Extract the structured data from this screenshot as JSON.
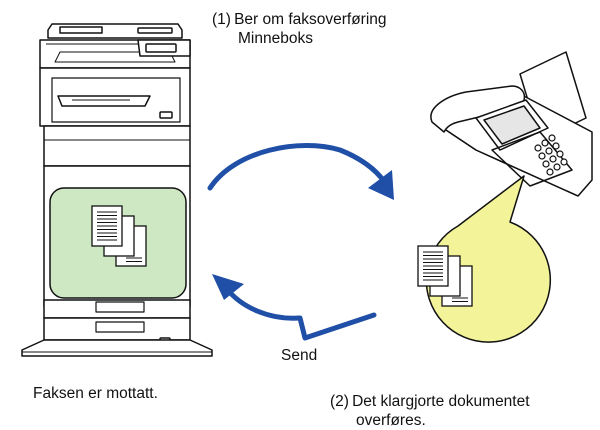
{
  "step1": {
    "number": "(1)",
    "line1": "Ber om faksoverføring",
    "line2": "Minneboks"
  },
  "step2": {
    "number": "(2)",
    "line1": "Det klargjorte dokumentet",
    "line2": "overføres."
  },
  "send_label": "Send",
  "received_caption": "Faksen er mottatt.",
  "colors": {
    "arrow": "#1f4fa6",
    "outline": "#111111",
    "memory_box_fill": "#cfe8c4",
    "document_bubble_fill": "#f3f39a",
    "paper": "#ffffff"
  },
  "icons": [
    "multifunction-printer-icon",
    "fax-machine-icon",
    "document-stack-icon"
  ]
}
